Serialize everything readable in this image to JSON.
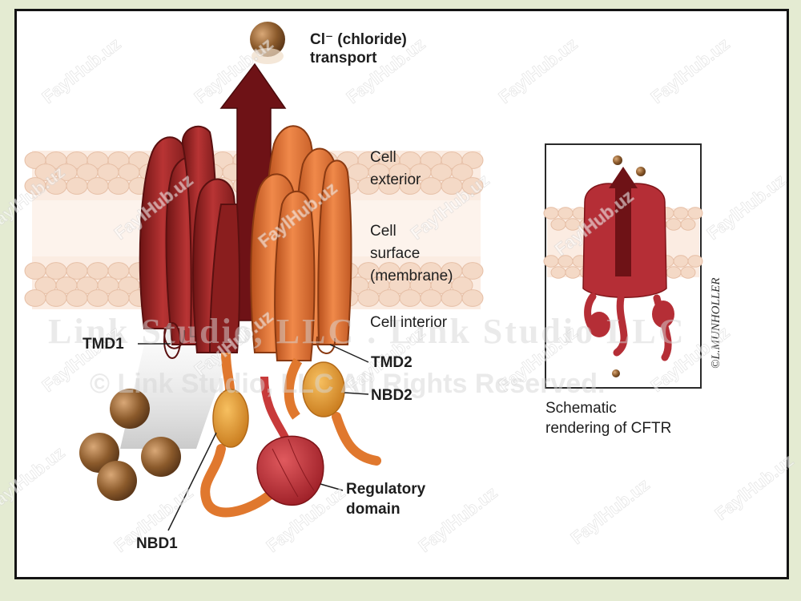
{
  "labels": {
    "chloride_line1": "Cl⁻ (chloride)",
    "chloride_line2": "transport",
    "cell_exterior_1": "Cell",
    "cell_exterior_2": "exterior",
    "cell_surface_1": "Cell",
    "cell_surface_2": "surface",
    "cell_surface_3": "(membrane)",
    "cell_interior": "Cell interior",
    "tmd1": "TMD1",
    "tmd2": "TMD2",
    "nbd2": "NBD2",
    "nbd1": "NBD1",
    "regulatory_1": "Regulatory",
    "regulatory_2": "domain",
    "schematic_1": "Schematic",
    "schematic_2": "rendering of CFTR"
  },
  "watermarks": {
    "site": "FaylHub.uz",
    "studio_line1": "Link Studio, LLC . Link Studio LLC",
    "studio_line2": "© Link Studio, LLC All Rights Reserved."
  },
  "colors": {
    "tmd1_red": "#a02a2a",
    "tmd2_orange": "#e27a3c",
    "nbd_gold": "#e0982e",
    "regulatory_red": "#c0343a",
    "chloride_ion": "#8b5a2b",
    "membrane": "#f4d9c6"
  }
}
